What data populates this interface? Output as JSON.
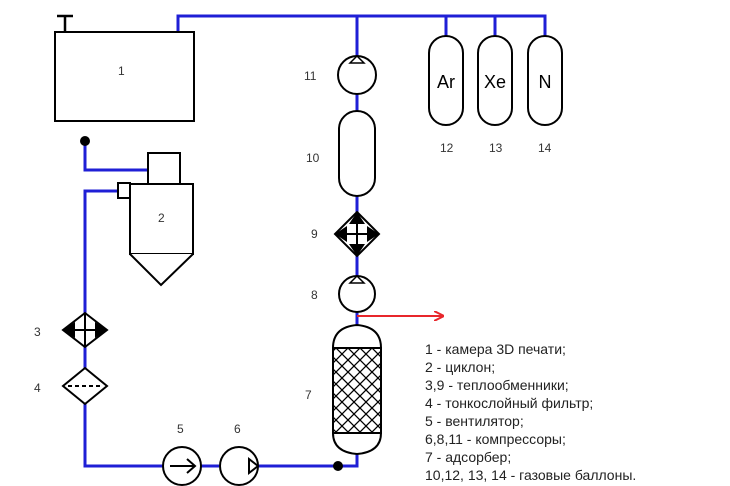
{
  "labels": {
    "chamber": "1",
    "cyclone": "2",
    "heat_exchanger_3": "3",
    "filter_4": "4",
    "fan_5": "5",
    "compressor_6": "6",
    "adsorber_7": "7",
    "compressor_8": "8",
    "heat_exchanger_9": "9",
    "balloon_10": "10",
    "compressor_11": "11",
    "cyl_12": "12",
    "cyl_13": "13",
    "cyl_14": "14"
  },
  "gases": {
    "ar": "Ar",
    "xe": "Xe",
    "n": "N"
  },
  "legend": [
    "1 - камера 3D печати;",
    "2 - циклон;",
    "3,9 - теплообменники;",
    "4 - тонкослойный фильтр;",
    "5 - вентилятор;",
    "6,8,11 - компрессоры;",
    "7 - адсорбер;",
    "10,12, 13, 14 - газовые баллоны."
  ],
  "colors": {
    "pipe": "#1f1fd6",
    "outlet_arrow": "#e8262b",
    "stroke": "#000000"
  }
}
